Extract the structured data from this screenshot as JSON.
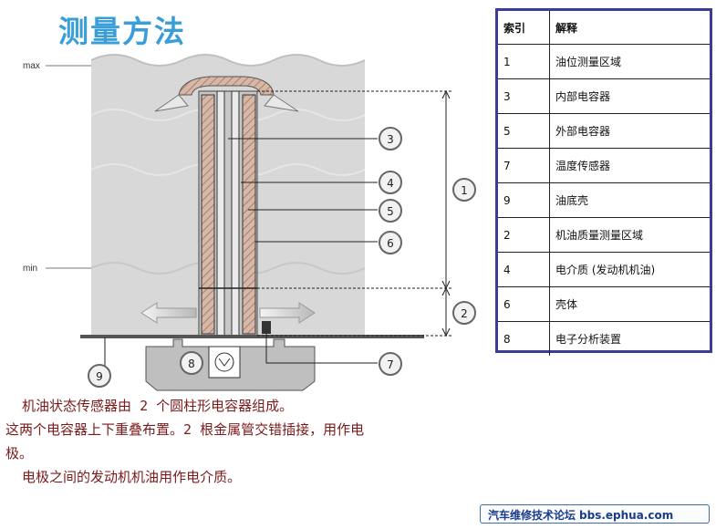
{
  "title": "测量方法",
  "diagram": {
    "labels": {
      "max": "max",
      "min": "min"
    },
    "callouts": [
      "1",
      "2",
      "3",
      "4",
      "5",
      "6",
      "7",
      "8",
      "9"
    ]
  },
  "legend": {
    "header": {
      "index": "索引",
      "meaning": "解释"
    },
    "rows": [
      {
        "index": "1",
        "meaning": "油位测量区域"
      },
      {
        "index": "3",
        "meaning": "内部电容器"
      },
      {
        "index": "5",
        "meaning": "外部电容器"
      },
      {
        "index": "7",
        "meaning": "温度传感器"
      },
      {
        "index": "9",
        "meaning": "油底壳"
      },
      {
        "index": "2",
        "meaning": "机油质量测量区域"
      },
      {
        "index": "4",
        "meaning": "电介质 (发动机机油)"
      },
      {
        "index": "6",
        "meaning": "壳体"
      },
      {
        "index": "8",
        "meaning": "电子分析装置"
      }
    ]
  },
  "description": {
    "line1": "  机油状态传感器由 2 个圆柱形电容器组成。",
    "line2": "这两个电容器上下重叠布置。2 根金属管交错插接，用作电",
    "line3": "极。",
    "line4": "  电极之间的发动机机油用作电介质。"
  },
  "footer": {
    "forum": "汽车维修技术论坛",
    "url": "bbs.ephua.com"
  },
  "colors": {
    "title": "#3a9fd8",
    "legend_border": "#3b3b9a",
    "description_text": "#7a1a1a",
    "oil_fill": "#d4d4d4",
    "sensor_stripe": "#c9a28e"
  }
}
